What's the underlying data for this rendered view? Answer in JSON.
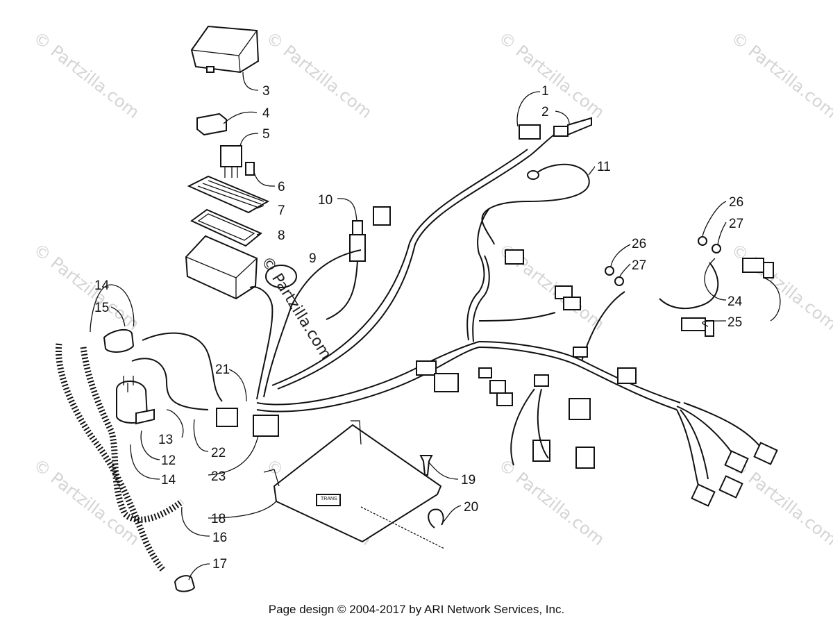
{
  "watermark": {
    "text": "© Partzilla.com",
    "center_text": "© Partzilla.com"
  },
  "callouts": [
    "1",
    "2",
    "3",
    "4",
    "5",
    "6",
    "7",
    "8",
    "9",
    "10",
    "11",
    "12",
    "13",
    "14",
    "14",
    "15",
    "16",
    "17",
    "18",
    "19",
    "20",
    "21",
    "22",
    "23",
    "24",
    "25",
    "26",
    "27",
    "26",
    "27"
  ],
  "decal_text": "TRANS",
  "footer": {
    "text": "Page design © 2004-2017 by ARI Network Services, Inc."
  }
}
